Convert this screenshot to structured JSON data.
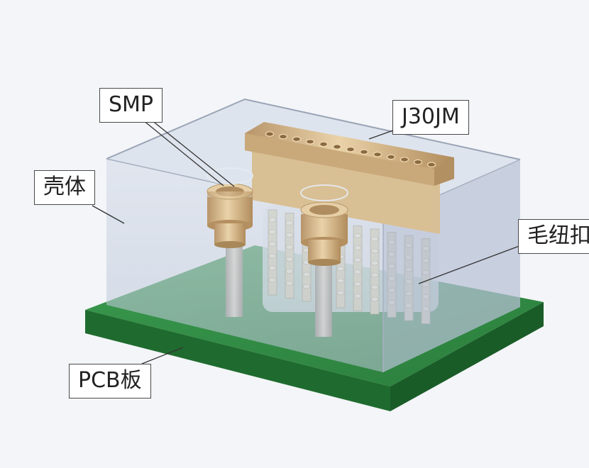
{
  "labels": {
    "smp": "SMP",
    "j30jm": "J30JM",
    "housing": "壳体",
    "fuzz_button": "毛纽扣",
    "pcb": "PCB板"
  },
  "colors": {
    "pcb_top": "#2f8a43",
    "pcb_front": "#1f6b2f",
    "housing": "#c5cfdf",
    "brass": "#dcc39a",
    "brass_dark": "#b99a68",
    "pin": "#c9c1a6"
  }
}
